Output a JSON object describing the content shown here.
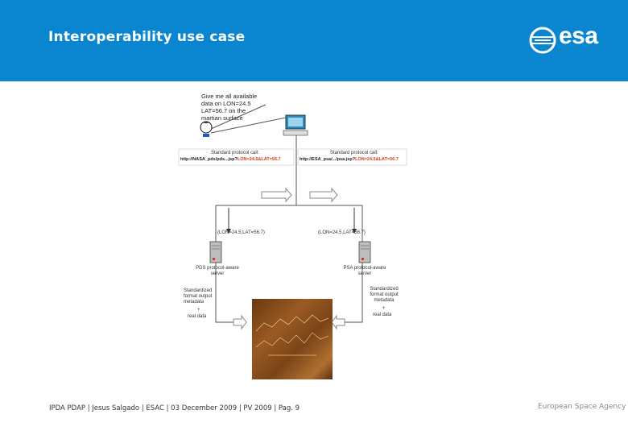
{
  "header": {
    "title": "Interoperability use case",
    "logo_text": "esa",
    "bg_color": "#0a86d0"
  },
  "diagram": {
    "user_request": "Give me all available data on LON=24.5 LAT=56.7 on the martian surface",
    "left_protocol_label": "Standard protocol call:",
    "left_protocol_url_prefix": "http://NASA_pds/pds...jsp?",
    "left_protocol_url_params": "LON=24.5&LAT=56.7",
    "right_protocol_label": "Standard protocol call:",
    "right_protocol_url_prefix": "http://ESA_psa/.../psa.jsp?",
    "right_protocol_url_params": "LON=24.5&LAT=56.7",
    "left_coords": "(LON=24.5,LAT=56.7)",
    "right_coords": "(LON=24.5,LAT=56.7)",
    "left_server": "PDS protocol-aware server",
    "right_server": "PSA protocol-aware server",
    "left_output": "Standardized format output metadata",
    "left_output_plus": "+",
    "left_real_data": "real data",
    "right_output": "Standardized format output metadata",
    "right_output_plus": "+",
    "right_real_data": "real data",
    "accent_color": "#d93a1a"
  },
  "footer": {
    "text": "IPDA PDAP | Jesus Salgado | ESAC | 03 December 2009 | PV 2009 | Pag. 9",
    "right_text": "European Space Agency"
  }
}
